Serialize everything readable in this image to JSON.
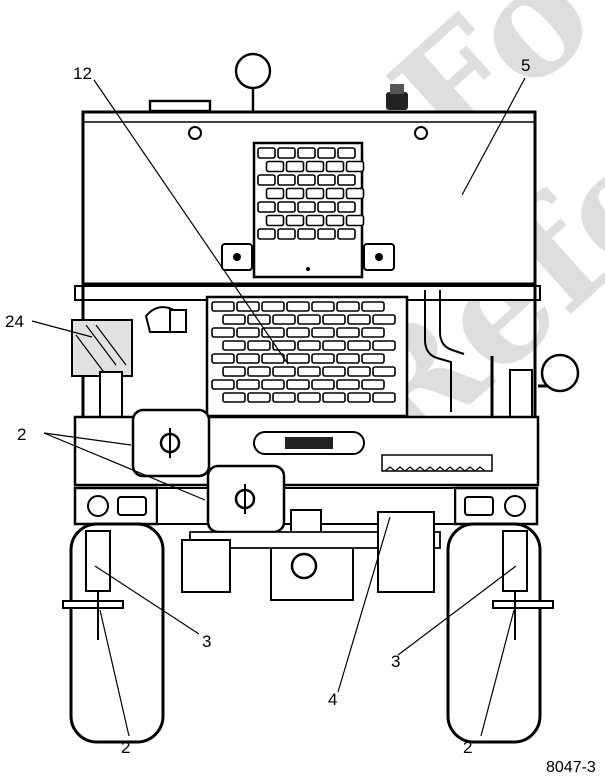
{
  "watermark": [
    "Fo",
    "Refe"
  ],
  "figure_id": "8047-3",
  "callouts": [
    "12",
    "5",
    "24",
    "2",
    "2",
    "3",
    "3",
    "4",
    "2",
    "2"
  ],
  "colors": {
    "ink": "#000000",
    "panel_shade": "#cfcfcf",
    "watermark": "#d4d4d4",
    "background": "#ffffff"
  }
}
